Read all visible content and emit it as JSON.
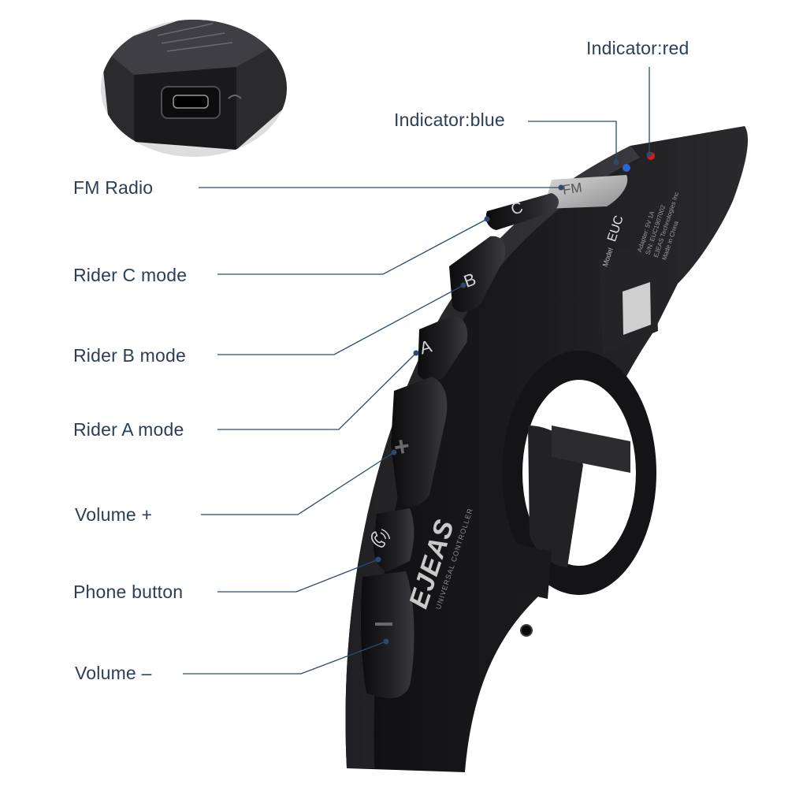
{
  "callouts": {
    "indicator_red": "Indicator:red",
    "indicator_blue": "Indicator:blue",
    "fm_radio": "FM Radio",
    "rider_c": "Rider C mode",
    "rider_b": "Rider B mode",
    "rider_a": "Rider A mode",
    "volume_plus": "Volume +",
    "phone": "Phone button",
    "volume_minus": "Volume –"
  },
  "buttons": {
    "fm": "FM",
    "c": "C",
    "b": "B",
    "a": "A",
    "plus": "+",
    "minus": "–"
  },
  "device": {
    "brand": "EJEAS",
    "subtitle": "UNIVERSAL CONTROLLER",
    "model_label": "Model",
    "model": "EUC",
    "spec_lines": [
      "Adapter: 5V 1A",
      "S/N: EUC1907002",
      "EJEAS Technologies Inc",
      "Made in China"
    ]
  },
  "colors": {
    "label_text": "#2c3e57",
    "leader_line": "#2d4a6e",
    "indicator_red": "#e01818",
    "indicator_blue": "#2f66d6",
    "device_body": "#1c1c1e"
  },
  "icons": {
    "phone_button": "phone-icon",
    "usb_port": "micro-usb-port-icon"
  }
}
